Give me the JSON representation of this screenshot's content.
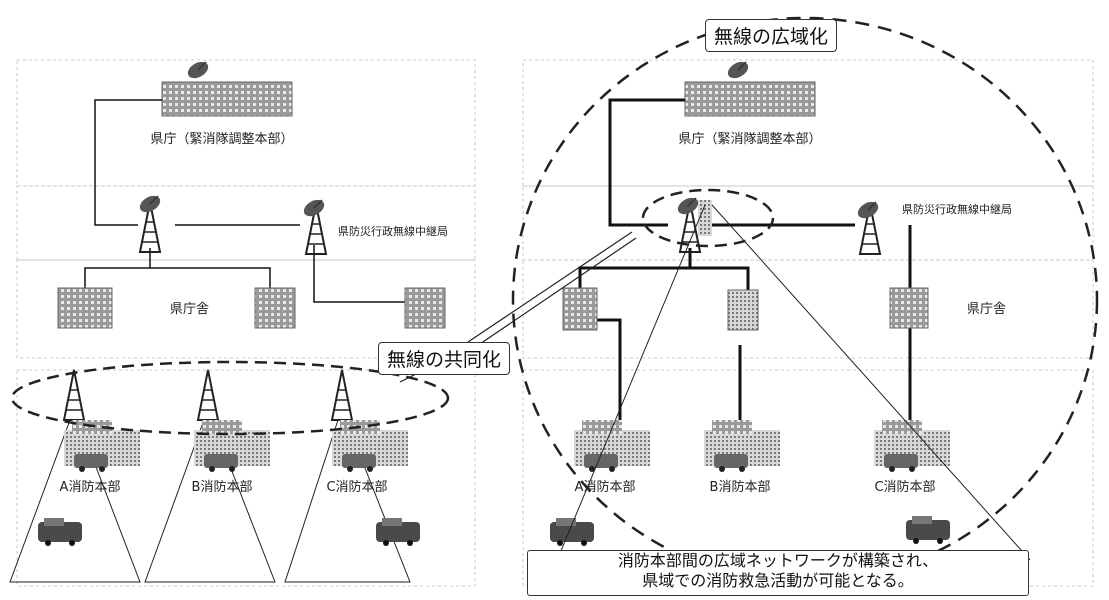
{
  "left_panel": {
    "prefecture_hq_label": "県庁（緊消隊調整本部）",
    "relay_station_label": "県防災行政無線中継局",
    "pref_building_label": "県庁舎",
    "units": [
      {
        "label": "A消防本部"
      },
      {
        "label": "B消防本部"
      },
      {
        "label": "C消防本部"
      }
    ]
  },
  "right_panel": {
    "prefecture_hq_label": "県庁（緊消隊調整本部）",
    "relay_station_label": "県防災行政無線中継局",
    "pref_building_label": "県庁舎",
    "units": [
      {
        "label": "A消防本部"
      },
      {
        "label": "B消防本部"
      },
      {
        "label": "C消防本部"
      }
    ]
  },
  "callouts": {
    "wide_area": "無線の広域化",
    "joint_use": "無線の共同化",
    "note_line1": "消防本部間の広域ネットワークが構築され、",
    "note_line2": "県域での消防救急活動が可能となる。"
  },
  "colors": {
    "line": "#111111",
    "dash": "#222222",
    "building": "#8a8a8a",
    "panel_border": "#bdbdbd"
  }
}
